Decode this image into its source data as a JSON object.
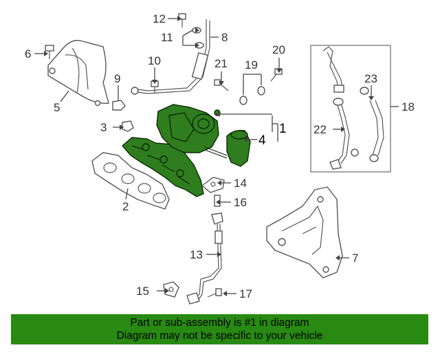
{
  "callouts": {
    "c1": "1",
    "c2": "2",
    "c3": "3",
    "c4": "4",
    "c5": "5",
    "c6": "6",
    "c7": "7",
    "c8": "8",
    "c9": "9",
    "c10": "10",
    "c11": "11",
    "c12": "12",
    "c13": "13",
    "c14": "14",
    "c15": "15",
    "c16": "16",
    "c17": "17",
    "c18": "18",
    "c19": "19",
    "c20": "20",
    "c21": "21",
    "c22": "22",
    "c23": "23"
  },
  "banner": {
    "line1": "Part or sub-assembly is #1 in diagram",
    "line2": "Diagram may not be specific to your vehicle"
  },
  "colors": {
    "highlight": "#2f7d1e",
    "banner": "#288a12"
  }
}
